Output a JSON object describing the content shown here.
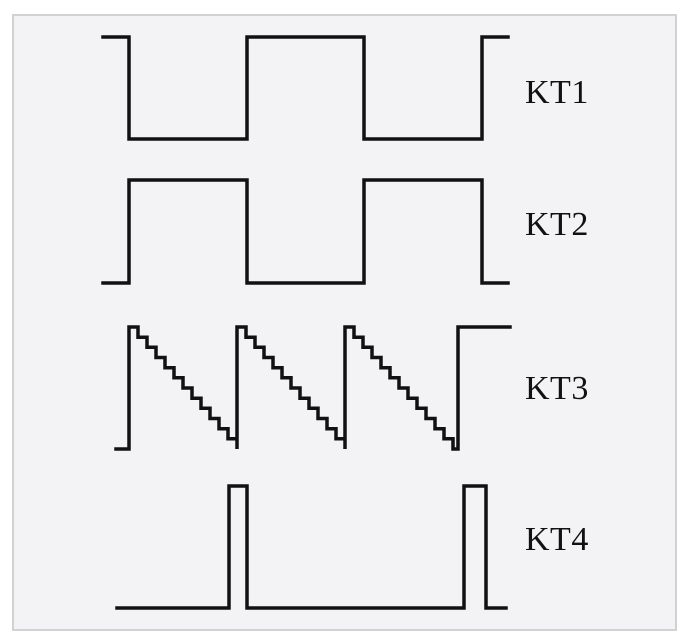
{
  "diagram": {
    "colors": {
      "background": "#f3f3f5",
      "border": "#d2d2d4",
      "stroke": "#111111"
    },
    "signals": [
      {
        "id": "kt1",
        "label": "KT1",
        "shape": "square",
        "start_level": "high"
      },
      {
        "id": "kt2",
        "label": "KT2",
        "shape": "square",
        "start_level": "low"
      },
      {
        "id": "kt3",
        "label": "KT3",
        "shape": "staircase-sawtooth",
        "cycles": 3
      },
      {
        "id": "kt4",
        "label": "KT4",
        "shape": "pulse",
        "pulses": 2
      }
    ]
  }
}
